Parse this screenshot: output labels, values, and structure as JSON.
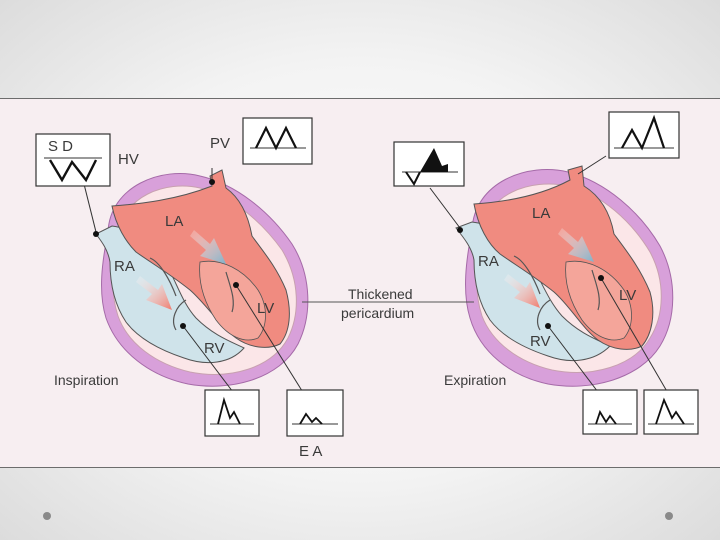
{
  "diagram": {
    "inspiration": {
      "hv_trace_label": "S D",
      "hv_label": "HV",
      "pv_label": "PV",
      "la_label": "LA",
      "ra_label": "RA",
      "lv_label": "LV",
      "rv_label": "RV",
      "phase_label": "Inspiration",
      "ea_label": "E A"
    },
    "expiration": {
      "la_label": "LA",
      "ra_label": "RA",
      "lv_label": "LV",
      "rv_label": "RV",
      "phase_label": "Expiration"
    },
    "center_label_line1": "Thickened",
    "center_label_line2": "pericardium"
  },
  "colors": {
    "left_heart": "#f08b80",
    "right_heart": "#cfe3ea",
    "pericardium": "#d79ad9",
    "panel_bg": "#f7eef1"
  }
}
